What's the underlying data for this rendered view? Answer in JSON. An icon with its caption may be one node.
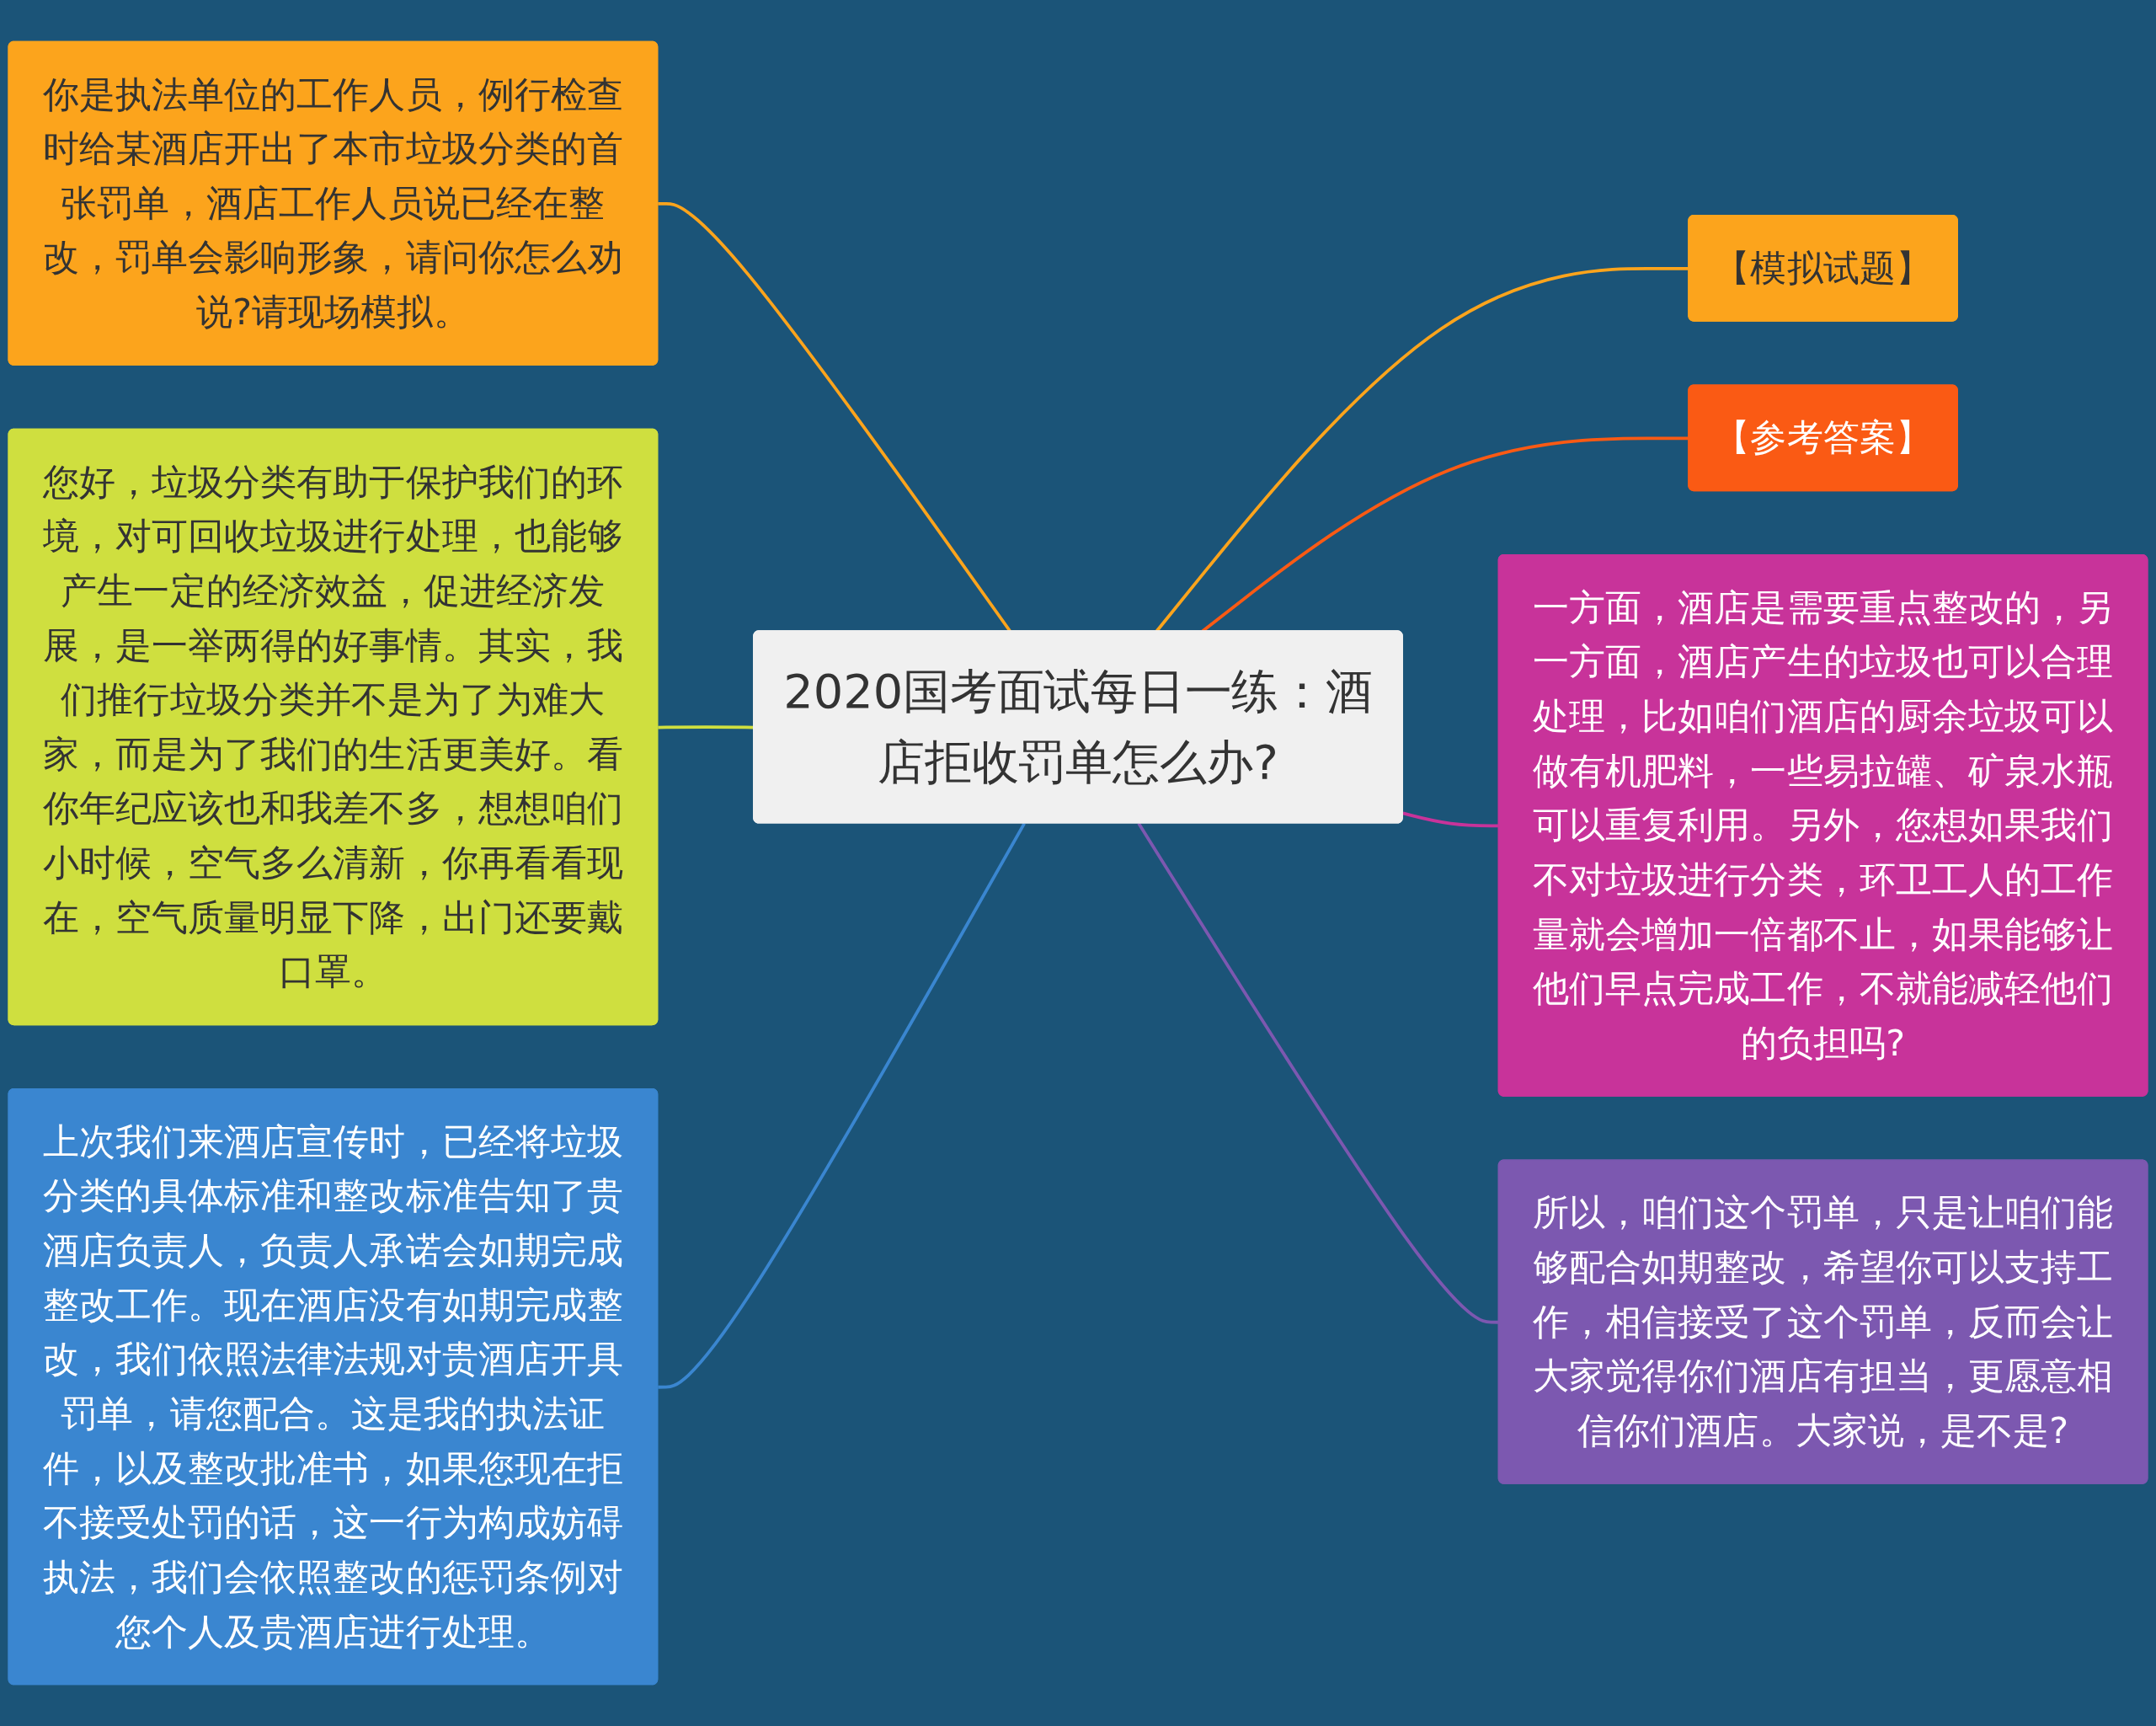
{
  "diagram": {
    "nodes": [
      {
        "text": [
          "2020国考面试每日一练：酒店拒收罚单怎么办?"
        ]
      },
      {
        "text": [
          "你是执法单位的工作人员，例行检查时给某酒店开出了本市垃圾分类的首张罚单，酒店工作人员说已经在整改，罚单会影响形象，请问你怎么劝说?请现场模拟。"
        ]
      },
      {
        "text": [
          "您好，垃圾分类有助于保护我们的环境，对可回收垃圾进行处理，也能够产生一定的经济效益，促进经济发展，是一举两得的好事情。其实，我们推行垃圾分类并不是为了为难大家，而是为了我们的生活更美好。看你年纪应该也和我差不多，想想咱们小时候，空气多么清新，你再看看现在，空气质量明显下降，出门还要戴口罩。"
        ]
      },
      {
        "text": [
          "上次我们来酒店宣传时，已经将垃圾分类的具体标准和整改标准告知了贵酒店负责人，负责人承诺会如期完成整改工作。现在酒店没有如期完成整改，我们依照法律法规对贵酒店开具罚单，请您配合。这是我的执法证件，以及整改批准书，如果您现在拒不接受处罚的话，这一行为构成妨碍执法，我们会依照整改的惩罚条例对您个人及贵酒店进行处理。"
        ]
      },
      {
        "text": [
          "【模拟试题】"
        ]
      },
      {
        "text": [
          "【参考答案】"
        ]
      },
      {
        "text": [
          "一方面，酒店是需要重点整改的，另一方面，酒店产生的垃圾也可以合理处理，比如咱们酒店的厨余垃圾可以做有机肥料，一些易拉罐、矿泉水瓶可以重复利用。另外，您想如果我们不对垃圾进行分类，环卫工人的工作量就会增加一倍都不止，如果能够让他们早点完成工作，不就能减轻他们的负担吗?"
        ]
      },
      {
        "text": [
          "所以，咱们这个罚单，只是让咱们能够配合如期整改，希望你可以支持工作，相信接受了这个罚单，反而会让大家觉得你们酒店有担当，更愿意相信你们酒店。大家说，是不是?"
        ]
      }
    ],
    "edges": [
      {
        "from": 0,
        "to": 1,
        "arrow": "none",
        "color": "#fca41c"
      },
      {
        "from": 0,
        "to": 2,
        "arrow": "none",
        "color": "#cfdf3f"
      },
      {
        "from": 0,
        "to": 3,
        "arrow": "none",
        "color": "#3a86d0"
      },
      {
        "from": 0,
        "to": 4,
        "arrow": "none",
        "color": "#fca41c"
      },
      {
        "from": 0,
        "to": 5,
        "arrow": "none",
        "color": "#fa5a14"
      },
      {
        "from": 0,
        "to": 6,
        "arrow": "none",
        "color": "#c8339a"
      },
      {
        "from": 0,
        "to": 7,
        "arrow": "none",
        "color": "#7c58b0"
      }
    ]
  }
}
